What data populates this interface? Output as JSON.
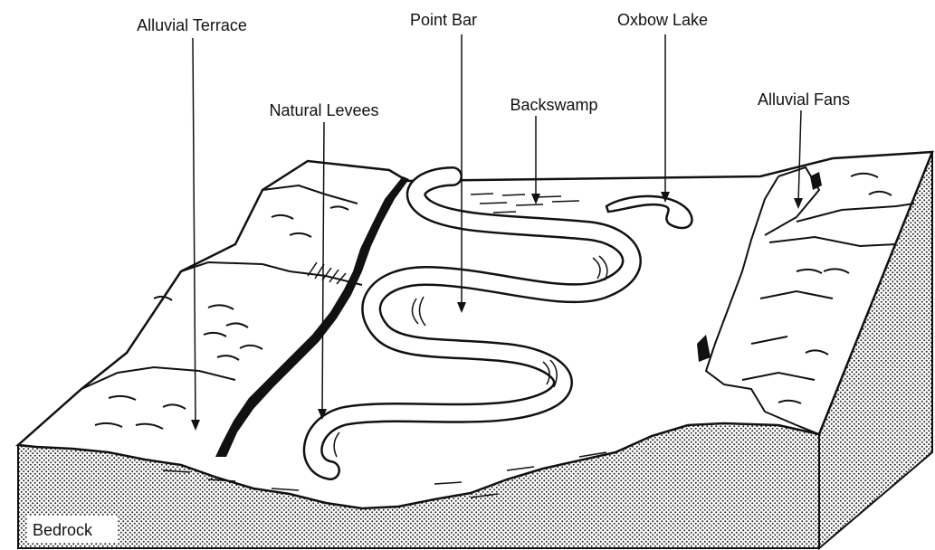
{
  "labels": {
    "alluvial_terrace": "Alluvial Terrace",
    "point_bar": "Point Bar",
    "oxbow_lake": "Oxbow Lake",
    "natural_levees": "Natural Levees",
    "backswamp": "Backswamp",
    "alluvial_fans": "Alluvial Fans",
    "bedrock": "Bedrock"
  },
  "colors": {
    "ink": "#111111",
    "paper": "#ffffff",
    "bedrock_dots": "#222222"
  }
}
